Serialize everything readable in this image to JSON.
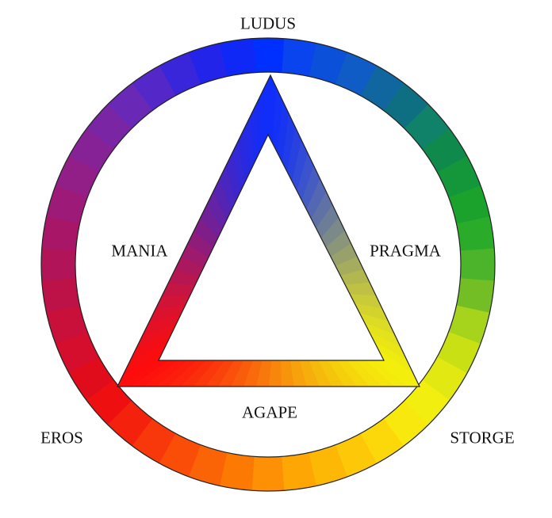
{
  "labels": {
    "ludus": "LUDUS",
    "mania": "MANIA",
    "pragma": "PRAGMA",
    "agape": "AGAPE",
    "eros": "EROS",
    "storge": "STORGE"
  },
  "palette": {
    "top": "#0a2cff",
    "right": "#f6f20a",
    "left": "#ff0a0a",
    "ring_colors": [
      "#0030ff",
      "#0a44ee",
      "#0b50d8",
      "#0f5cc6",
      "#10669f",
      "#0f6f82",
      "#11826a",
      "#0f8a4c",
      "#14963a",
      "#1aa22c",
      "#2aac2a",
      "#4cb42a",
      "#72be24",
      "#a6d41c",
      "#c8e014",
      "#e2e812",
      "#f2ef10",
      "#f8e80e",
      "#fcd80a",
      "#fdc808",
      "#fdb806",
      "#fda604",
      "#fd9004",
      "#fc7a04",
      "#fb6406",
      "#fa4e08",
      "#f8380a",
      "#f4220c",
      "#ee1010",
      "#e00c1c",
      "#d40e2c",
      "#c8103a",
      "#bc1248",
      "#b11458",
      "#a81668",
      "#9e1a78",
      "#921e88",
      "#862296",
      "#7a26a4",
      "#6a28b6",
      "#5428c8",
      "#3a26da",
      "#2224ea",
      "#1028f6"
    ]
  }
}
